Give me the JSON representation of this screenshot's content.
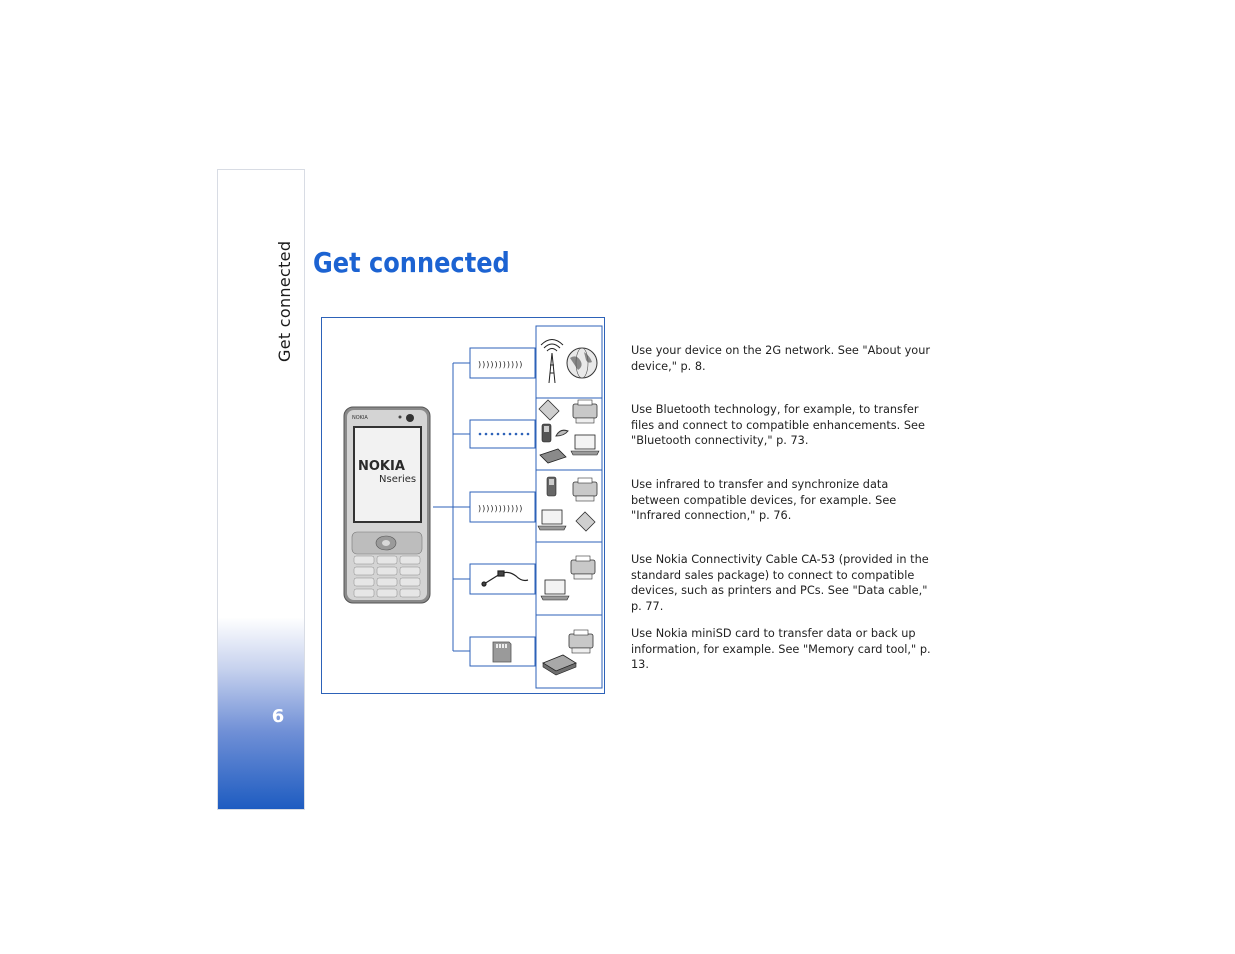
{
  "sidebar": {
    "section_label": "Get connected",
    "page_number": "6"
  },
  "page": {
    "title": "Get connected"
  },
  "figure": {
    "phone_brand": "NOKIA",
    "phone_series": "Nseries",
    "connections": [
      {
        "id": "cellular",
        "icons": [
          "antenna-tower-icon",
          "globe-icon"
        ]
      },
      {
        "id": "bluetooth",
        "icons": [
          "memory-card-icon",
          "printer-icon",
          "pda-icon",
          "headset-icon",
          "keyboard-icon",
          "laptop-icon"
        ]
      },
      {
        "id": "infrared",
        "icons": [
          "phone-icon",
          "printer-icon",
          "laptop-icon",
          "memory-card-icon"
        ]
      },
      {
        "id": "cable",
        "icons": [
          "printer-icon",
          "laptop-icon",
          "usb-cable-icon"
        ]
      },
      {
        "id": "minisd",
        "icons": [
          "printer-icon",
          "storage-device-icon",
          "minisd-card-icon"
        ]
      }
    ]
  },
  "descriptions": [
    "Use your device on the 2G network. See \"About your device,\" p. 8.",
    "Use Bluetooth technology, for example, to transfer files and connect to compatible enhancements. See \"Bluetooth connectivity,\" p. 73.",
    "Use infrared to transfer and synchronize data between compatible devices, for example. See \"Infrared connection,\" p. 76.",
    "Use Nokia Connectivity Cable CA-53 (provided in the standard sales package) to connect to compatible devices, such as printers and PCs. See \"Data cable,\" p. 77.",
    "Use Nokia miniSD card to transfer data or back up information, for example. See \"Memory card tool,\" p. 13."
  ]
}
